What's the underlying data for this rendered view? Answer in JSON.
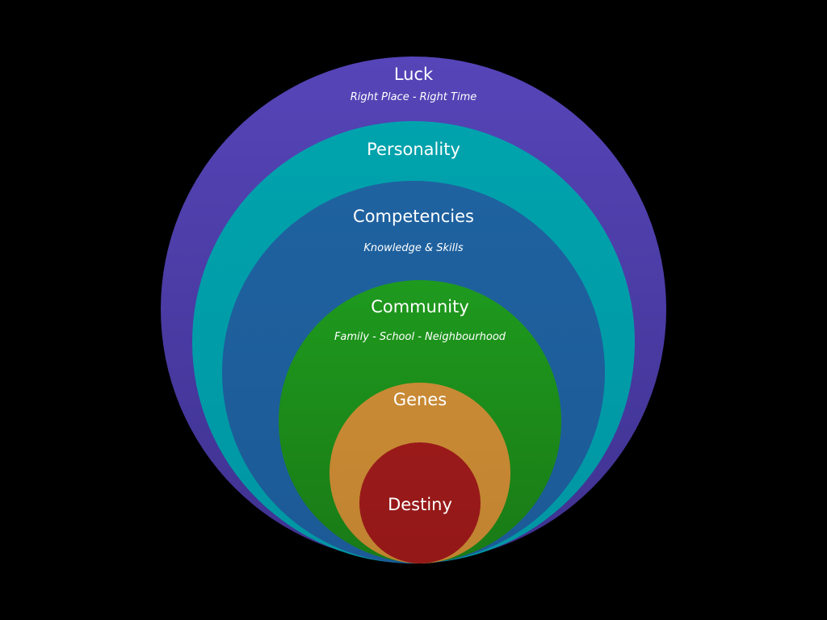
{
  "diagram": {
    "type": "nested-circles",
    "layers": [
      {
        "id": "luck",
        "label": "Luck",
        "subtitle": "Right Place - Right Time",
        "color": "#5645b8",
        "color_bottom": "#3e3290"
      },
      {
        "id": "personality",
        "label": "Personality",
        "subtitle": "",
        "color": "#00a3ad",
        "color_bottom": "#0096a3"
      },
      {
        "id": "competencies",
        "label": "Competencies",
        "subtitle": "Knowledge  & Skills",
        "color": "#1f62a0",
        "color_bottom": "#1b5a96"
      },
      {
        "id": "community",
        "label": "Community",
        "subtitle": "Family  - School - Neighbourhood",
        "color": "#1e9a1e",
        "color_bottom": "#1a7a16"
      },
      {
        "id": "genes",
        "label": "Genes",
        "subtitle": "",
        "color": "#c98a35",
        "color_bottom": "#c0832f"
      },
      {
        "id": "destiny",
        "label": "Destiny",
        "subtitle": "",
        "color": "#9a1a1a",
        "color_bottom": "#941818"
      }
    ]
  }
}
